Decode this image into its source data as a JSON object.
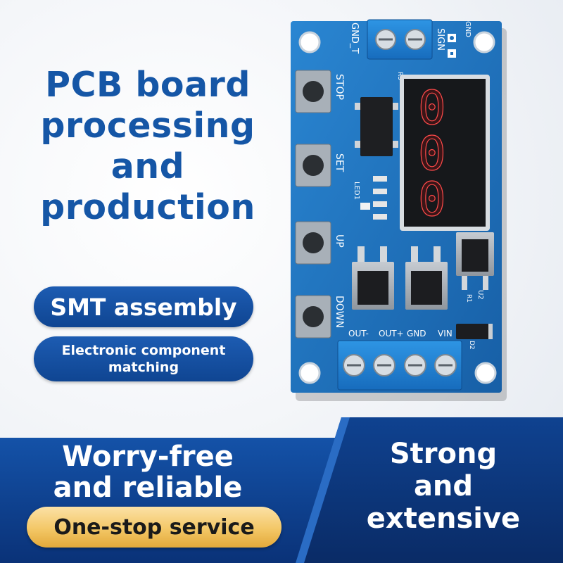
{
  "headline": {
    "line1": "PCB board",
    "line2": "processing",
    "line3": "and",
    "line4": "production"
  },
  "badges": {
    "smt": "SMT assembly",
    "component_line1": "Electronic component",
    "component_line2": "matching"
  },
  "board": {
    "labels": {
      "gnd_t": "GND_T",
      "sign": "SIGN",
      "gnd": "GND",
      "stop": "STOP",
      "set": "SET",
      "up": "UP",
      "down": "DOWN",
      "led": "LED1",
      "out_minus": "OUT-",
      "out_plus": "OUT+",
      "gnd_bottom": "GND",
      "vin": "VIN",
      "r1": "R1",
      "r3": "R3",
      "u2": "U2",
      "d2": "D2"
    },
    "display_digits": [
      "0",
      "0",
      "0"
    ]
  },
  "footer": {
    "worry_line1": "Worry-free",
    "worry_line2": "and reliable",
    "onestop": "One-stop service",
    "strong_line1": "Strong",
    "strong_line2": "and",
    "strong_line3": "extensive"
  },
  "colors": {
    "headline_blue": "#1556a6",
    "pill_blue": "#0f4592",
    "band_blue": "#0c3f8f",
    "band_dark": "#0a2e6e",
    "gold": "#f3c766",
    "pcb_blue": "#1e73c0"
  }
}
